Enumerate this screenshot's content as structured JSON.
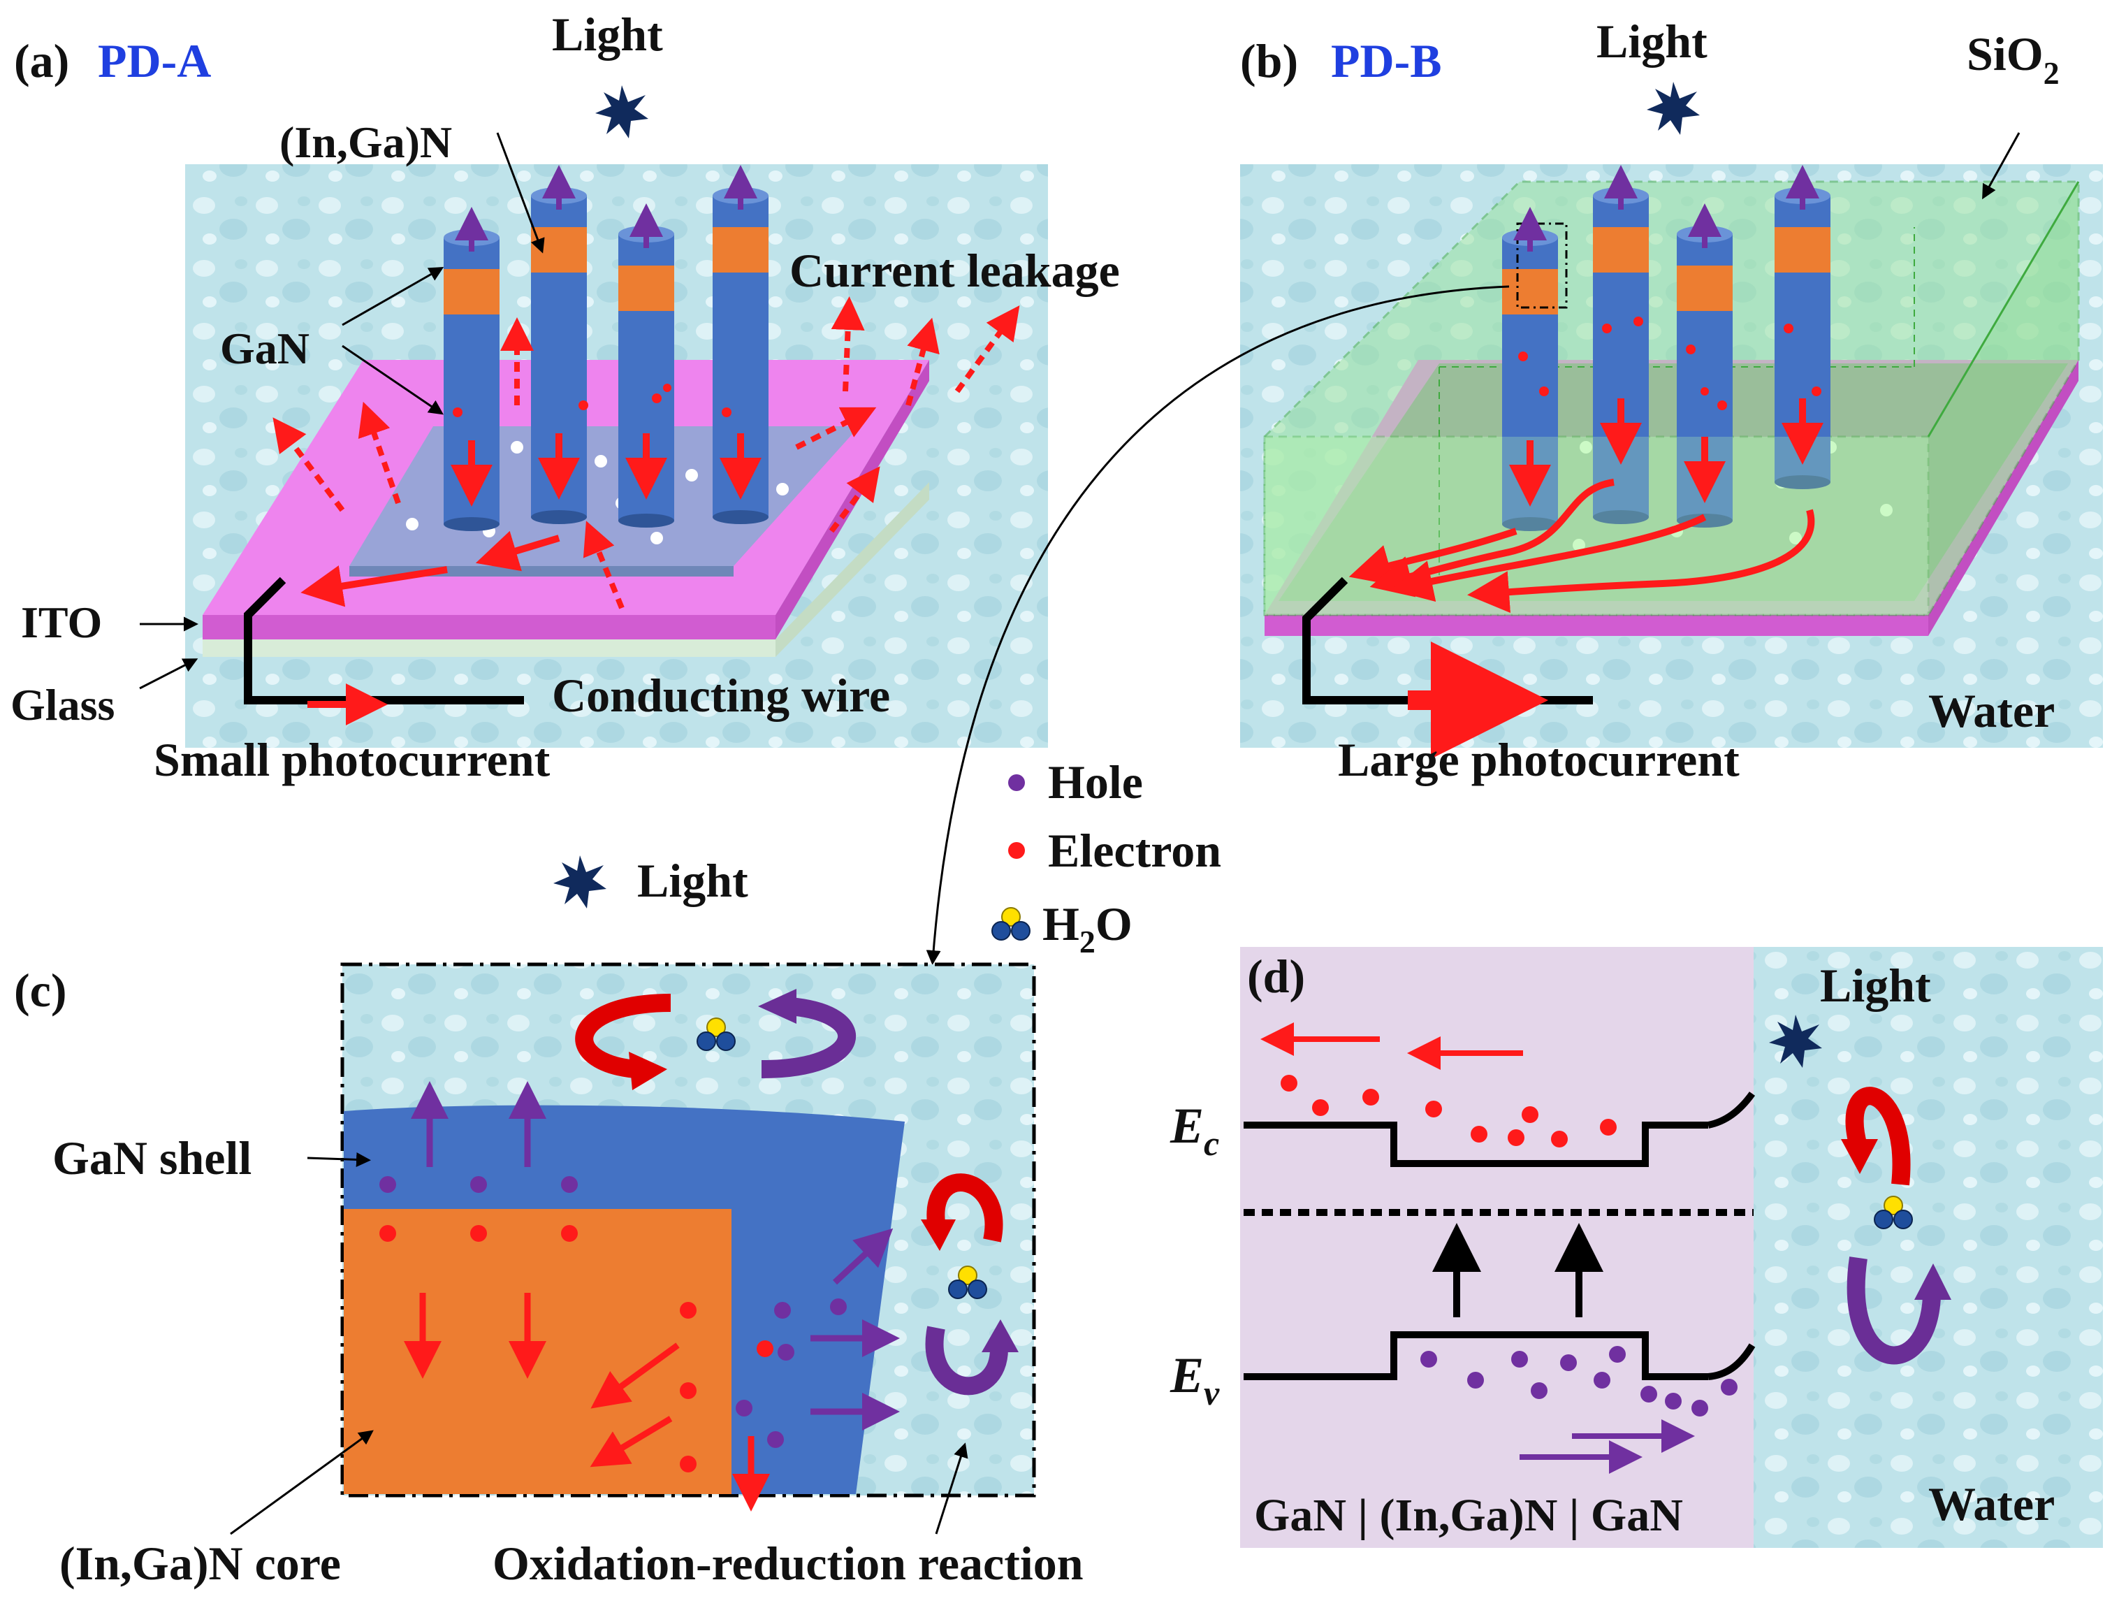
{
  "panel_a": {
    "tag": "(a)",
    "name": "PD-A",
    "light": "Light",
    "labels": {
      "ingan": "(In,Ga)N",
      "gan": "GaN",
      "current_leakage": "Current leakage",
      "ito": "ITO",
      "glass": "Glass",
      "conducting_wire": "Conducting wire",
      "photocurrent": "Small photocurrent"
    }
  },
  "panel_b": {
    "tag": "(b)",
    "name": "PD-B",
    "light": "Light",
    "sio2": "SiO",
    "sio2_sub": "2",
    "water": "Water",
    "photocurrent": "Large photocurrent"
  },
  "legend": {
    "hole": "Hole",
    "electron": "Electron",
    "h2o_h": "H",
    "h2o_sub": "2",
    "h2o_o": "O"
  },
  "panel_c": {
    "tag": "(c)",
    "light": "Light",
    "shell": "GaN shell",
    "core": "(In,Ga)N core",
    "reaction": "Oxidation-reduction reaction"
  },
  "panel_d": {
    "tag": "(d)",
    "light": "Light",
    "ec": "E",
    "ec_sub": "c",
    "ev": "E",
    "ev_sub": "v",
    "layers": "GaN | (In,Ga)N | GaN",
    "water": "Water"
  },
  "colors": {
    "water_bg": "#bfe3ea",
    "gan_blue": "#4472c4",
    "ingan_orange": "#ed7d31",
    "ito_pink": "#e070e0",
    "electron_red": "#ff1a1a",
    "hole_purple": "#7030a0",
    "sio2_green": "#9be39b",
    "band_bg": "#e4d6ea",
    "star_navy": "#102a5c"
  }
}
